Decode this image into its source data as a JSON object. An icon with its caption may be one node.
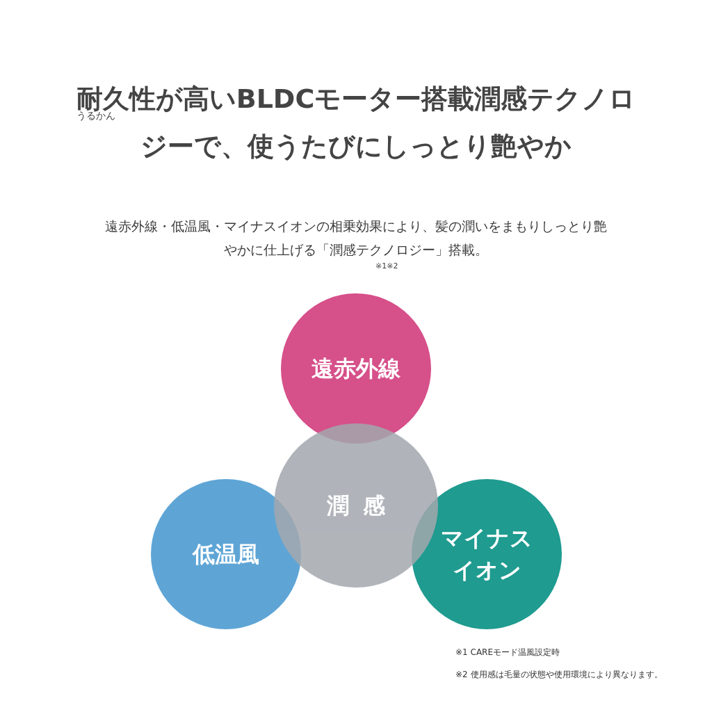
{
  "diagram": {
    "title": "耐久性が高いBLDCモーター搭載潤感テクノロジーで、使うたびにしっとり艶やか",
    "nodes": [
      {
        "text": [
          "遠赤外線"
        ]
      },
      {
        "text": [
          "潤感"
        ]
      },
      {
        "text": [
          "低温風"
        ]
      },
      {
        "text": [
          "マイナスイオン"
        ]
      }
    ],
    "edges": [],
    "labels": [
      "うるかん",
      "遠赤外線・低温風・マイナスイオンの相乗効果により、髪の潤いをまもりしっとり艶やかに仕上げる「潤感テクノロジー」搭載。",
      "※1※2",
      "※1 CAREモード温風設定時",
      "※2 使用感は毛量の状態や使用環境により異なります。"
    ]
  }
}
